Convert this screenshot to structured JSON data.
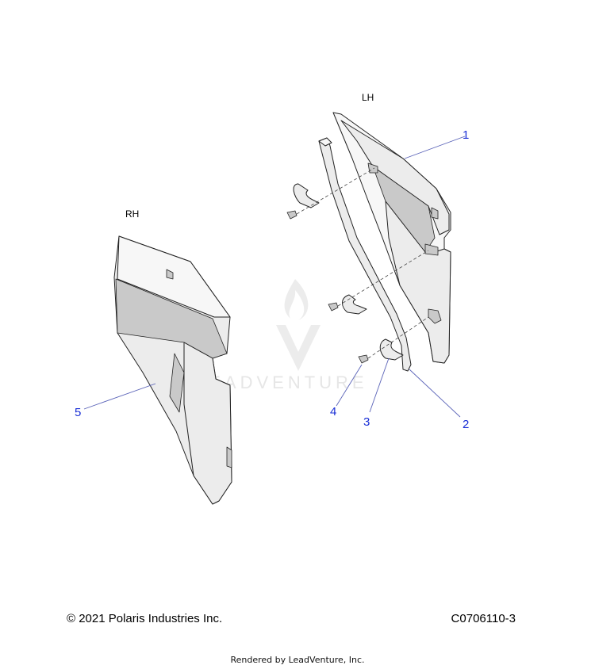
{
  "labels": {
    "lh": "LH",
    "rh": "RH"
  },
  "callouts": {
    "c1": "1",
    "c2": "2",
    "c3": "3",
    "c4": "4",
    "c5": "5"
  },
  "watermark": {
    "text": "LEADVENTURE"
  },
  "footer": {
    "copyright": "© 2021 Polaris Industries Inc.",
    "diagram_code": "C0706110-3",
    "rendered_by": "Rendered by LeadVenture, Inc."
  },
  "colors": {
    "callout": "#1a2fd6",
    "leader": "#5a63b8",
    "part_fill": "#ececec"
  }
}
